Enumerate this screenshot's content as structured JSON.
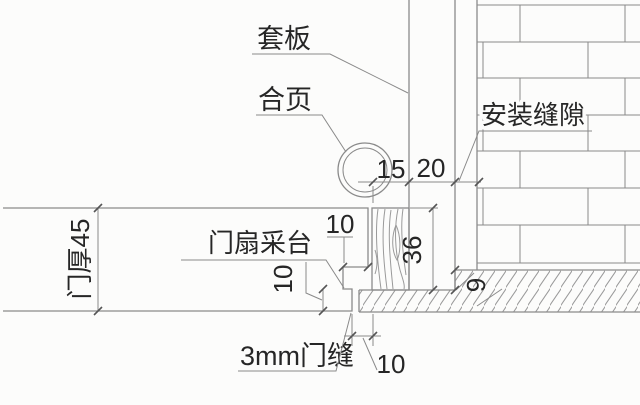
{
  "drawing_type": "door-frame-installation-section-detail",
  "labels": {
    "frame_board": "套板",
    "hinge": "合页",
    "install_gap": "安装缝隙",
    "door_thickness": "门厚45",
    "door_rabbet": "门扇采台",
    "door_gap": "3mm门缝"
  },
  "dimensions": {
    "stop_width": "15",
    "frame_thickness": "20",
    "jamb_depth": "36",
    "rabbet_width": "10",
    "rabbet_depth": "10",
    "bottom_gap": "10",
    "plaster_step": "9"
  },
  "colors": {
    "line": "#8a8a8a",
    "text": "#262626",
    "background": "#fcfcfb",
    "hatch": "#9a9a9a"
  }
}
